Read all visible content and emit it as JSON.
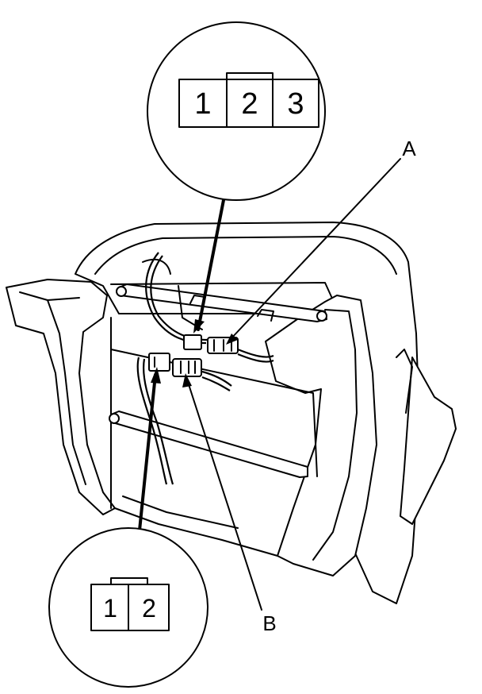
{
  "connector_top": {
    "pins": [
      "1",
      "2",
      "3"
    ]
  },
  "connector_bottom": {
    "pins": [
      "1",
      "2"
    ]
  },
  "callouts": {
    "a": "A",
    "b": "B"
  },
  "colors": {
    "line": "#000000",
    "background": "#ffffff"
  }
}
